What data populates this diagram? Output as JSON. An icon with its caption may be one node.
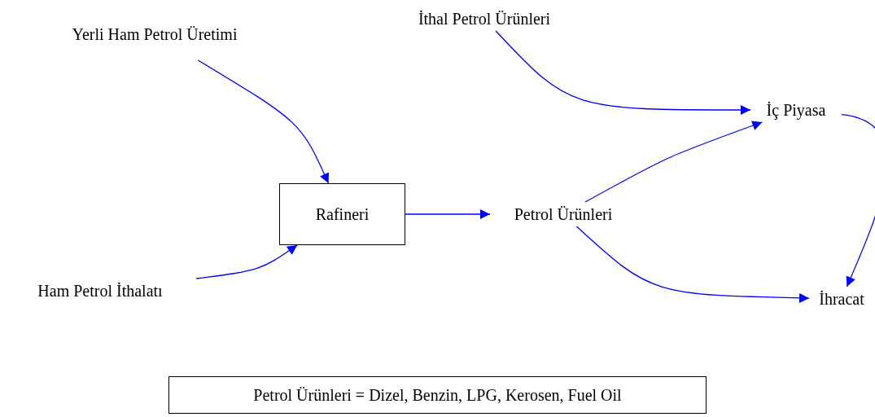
{
  "diagram": {
    "nodes": [
      {
        "text": [
          "Yerli Ham Petrol Üretimi"
        ]
      },
      {
        "text": [
          "İthal Petrol Ürünleri"
        ]
      },
      {
        "text": [
          "İç Piyasa"
        ]
      },
      {
        "text": [
          "Rafineri"
        ]
      },
      {
        "text": [
          "Petrol Ürünleri"
        ]
      },
      {
        "text": [
          "Ham Petrol İthalatı"
        ]
      },
      {
        "text": [
          "İhracat"
        ]
      },
      {
        "text": [
          "Petrol Ürünleri = Dizel, Benzin, LPG, Kerosen, Fuel Oil"
        ]
      }
    ],
    "edges": [
      {
        "from": 0,
        "to": 3,
        "arrow": "to"
      },
      {
        "from": 5,
        "to": 3,
        "arrow": "to"
      },
      {
        "from": 3,
        "to": 4,
        "arrow": "to"
      },
      {
        "from": 1,
        "to": 2,
        "arrow": "to"
      },
      {
        "from": 4,
        "to": 2,
        "arrow": "to"
      },
      {
        "from": 4,
        "to": 6,
        "arrow": "to"
      },
      {
        "from": 2,
        "to": 6,
        "arrow": "to"
      }
    ]
  }
}
